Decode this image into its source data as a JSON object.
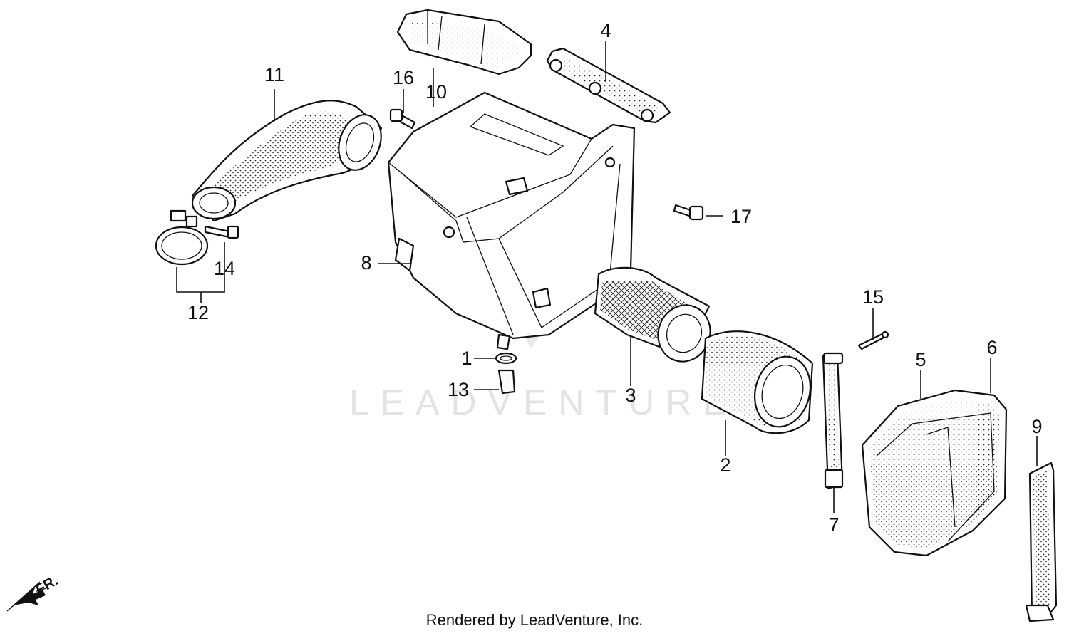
{
  "callouts": {
    "p1": "1",
    "p2": "2",
    "p3": "3",
    "p4": "4",
    "p5": "5",
    "p6": "6",
    "p7": "7",
    "p8": "8",
    "p9": "9",
    "p10": "10",
    "p11": "11",
    "p12": "12",
    "p13": "13",
    "p14": "14",
    "p15": "15",
    "p16": "16",
    "p17": "17"
  },
  "watermark": "LEADVENTURE",
  "credit": "Rendered by LeadVenture, Inc.",
  "front_arrow": "FR."
}
